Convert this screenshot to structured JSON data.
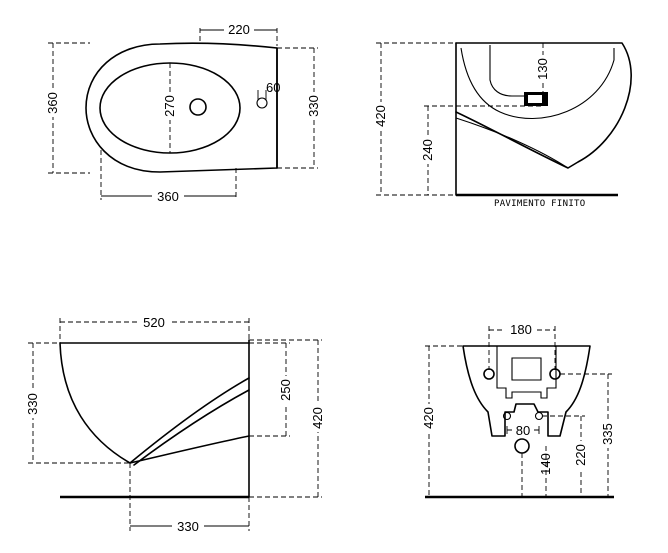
{
  "views": {
    "top": {
      "dims": {
        "length": "360",
        "width": "360",
        "rear": "220",
        "inner": "270",
        "depth": "330",
        "hole": "60"
      }
    },
    "side": {
      "dims": {
        "height": "420",
        "inlet": "240",
        "waste": "130"
      },
      "floor_label": "PAVIMENTO FINITO"
    },
    "profile": {
      "dims": {
        "length": "520",
        "height": "330",
        "mid": "250",
        "total": "420",
        "base": "330"
      }
    },
    "rear": {
      "dims": {
        "spacing": "180",
        "height": "420",
        "water": "80",
        "drain": "140",
        "supply": "220",
        "right": "335"
      }
    }
  }
}
